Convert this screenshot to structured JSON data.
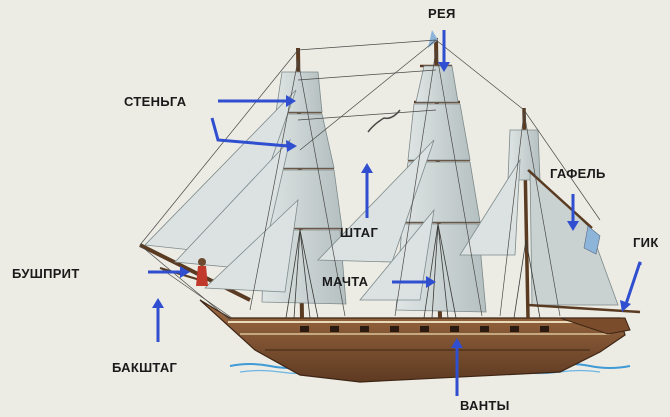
{
  "labels": {
    "reya": "РЕЯ",
    "stenga": "СТЕНЬГА",
    "gafel": "ГАФЕЛЬ",
    "shtag": "ШТАГ",
    "gik": "ГИК",
    "bushprit": "БУШПРИТ",
    "machta": "МАЧТА",
    "bakshtag": "БАКШТАГ",
    "vanty": "ВАНТЫ"
  },
  "colors": {
    "background": "#ecebe4",
    "arrow": "#2f4fd0",
    "hull": "#8a5a36",
    "hull_dark": "#5e3a22",
    "sail": "#cfd6d6",
    "sail_shadow": "#a9b4b6",
    "rigging": "#4a4a48",
    "water": "#3f9ad6"
  }
}
